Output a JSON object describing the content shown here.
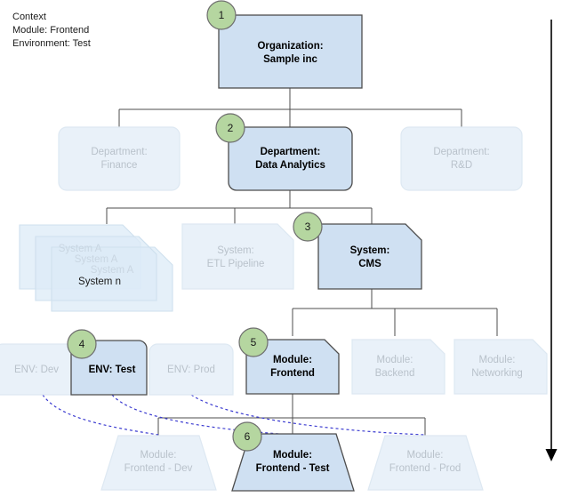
{
  "context": {
    "title": "Context",
    "lines": [
      "Module: Frontend",
      "Environment: Test"
    ]
  },
  "colors": {
    "active_fill": "#cfe0f2",
    "active_stroke": "#4d4d4d",
    "muted_fill": "#e9f1f9",
    "muted_stroke": "#dbe6f0",
    "badge_fill": "#b5d6a0",
    "badge_stroke": "#6e6e6e",
    "edge": "#4d4d4d",
    "dashed_edge": "#3a3ad0",
    "text_active": "#000000",
    "text_muted": "#b9c2cb"
  },
  "nodes": {
    "organization": {
      "line1": "Organization:",
      "line2": "Sample inc",
      "badge": "1",
      "state": "active",
      "shape": "rect"
    },
    "dept_finance": {
      "line1": "Department:",
      "line2": "Finance",
      "badge": "",
      "state": "muted",
      "shape": "rounded"
    },
    "dept_data_analytics": {
      "line1": "Department:",
      "line2": "Data Analytics",
      "badge": "2",
      "state": "active",
      "shape": "rounded"
    },
    "dept_rnd": {
      "line1": "Department:",
      "line2": "R&D",
      "badge": "",
      "state": "muted",
      "shape": "rounded"
    },
    "system_stack": {
      "labels": [
        "System A",
        "System A",
        "System A",
        "System n"
      ],
      "badge": "",
      "state": "muted",
      "shape": "note-stack"
    },
    "system_etl": {
      "line1": "System:",
      "line2": "ETL Pipeline",
      "badge": "",
      "state": "muted",
      "shape": "note"
    },
    "system_cms": {
      "line1": "System:",
      "line2": "CMS",
      "badge": "3",
      "state": "active",
      "shape": "note"
    },
    "env_dev": {
      "line1": "ENV: Dev",
      "line2": "",
      "badge": "",
      "state": "muted",
      "shape": "rounded-top"
    },
    "env_test": {
      "line1": "ENV: Test",
      "line2": "",
      "badge": "4",
      "state": "active",
      "shape": "rounded-top"
    },
    "env_prod": {
      "line1": "ENV: Prod",
      "line2": "",
      "badge": "",
      "state": "muted",
      "shape": "rounded-top"
    },
    "module_frontend": {
      "line1": "Module:",
      "line2": "Frontend",
      "badge": "5",
      "state": "active",
      "shape": "note"
    },
    "module_backend": {
      "line1": "Module:",
      "line2": "Backend",
      "badge": "",
      "state": "muted",
      "shape": "note"
    },
    "module_networking": {
      "line1": "Module:",
      "line2": "Networking",
      "badge": "",
      "state": "muted",
      "shape": "note"
    },
    "module_frontend_dev": {
      "line1": "Module:",
      "line2": "Frontend - Dev",
      "badge": "",
      "state": "muted",
      "shape": "trapezoid"
    },
    "module_frontend_test": {
      "line1": "Module:",
      "line2": "Frontend - Test",
      "badge": "6",
      "state": "active",
      "shape": "trapezoid"
    },
    "module_frontend_prod": {
      "line1": "Module:",
      "line2": "Frontend - Prod",
      "badge": "",
      "state": "muted",
      "shape": "trapezoid"
    }
  },
  "flow_arrow": {
    "name": "downward-flow-arrow",
    "direction": "down"
  }
}
